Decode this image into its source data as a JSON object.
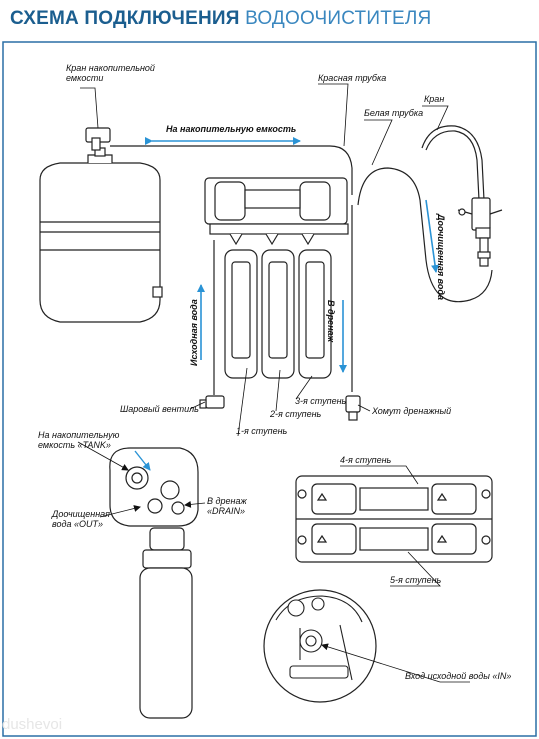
{
  "title": {
    "bold": "СХЕМА ПОДКЛЮЧЕНИЯ",
    "normal": "ВОДООЧИСТИТЕЛЯ"
  },
  "labels": {
    "tank_valve_1": "Кран накопительной",
    "tank_valve_2": "емкости",
    "red_tube": "Красная трубка",
    "white_tube": "Белая трубка",
    "faucet": "Кран",
    "to_tank": "На накопительную емкость",
    "purified": "Доочищенная вода",
    "source": "Исходная вода",
    "drain": "В дренаж",
    "ball_valve": "Шаровый вентиль",
    "stage3": "3-я ступень",
    "stage2": "2-я ступень",
    "stage1": "1-я ступень",
    "drain_clamp": "Хомут дренажный",
    "tank_port_1": "На накопительную",
    "tank_port_2": "емкость «TANK»",
    "out_port_1": "Доочищенная",
    "out_port_2": "вода «OUT»",
    "drain_port_1": "В дренаж",
    "drain_port_2": "«DRAIN»",
    "stage4": "4-я ступень",
    "stage5": "5-я ступень",
    "inlet": "Вход исходной воды «IN»",
    "watermark": "dushevoi"
  },
  "colors": {
    "title_bold": "#1b5e8f",
    "title_normal": "#3a87bf",
    "arrow": "#2a93d5"
  }
}
